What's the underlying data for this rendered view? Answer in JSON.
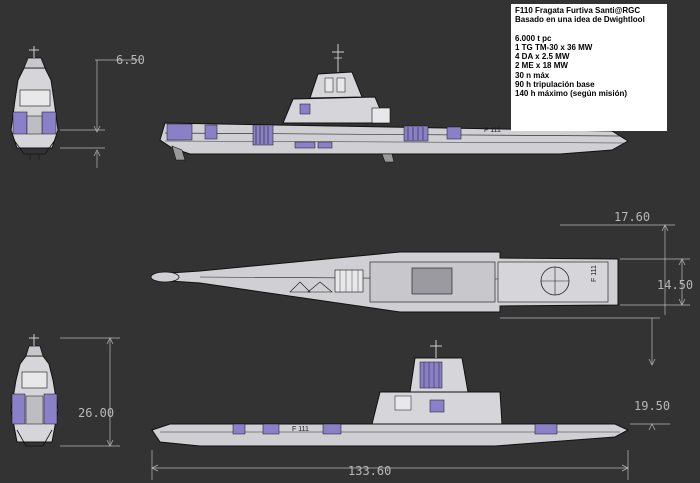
{
  "info_box": {
    "title_line1": "F110 Fragata Furtiva  Santi@RGC",
    "title_line2": "Basado en una idea de Dwightlool",
    "specs": [
      "6.000 t pc",
      "1 TG TM-30 x 36 MW",
      "4 DA x 2.5 MW",
      "2 ME x 18 MW",
      "30 n máx",
      "90 h tripulación base",
      "140 h máximo (según misión)"
    ]
  },
  "dimensions": {
    "height_top_view": "6.50",
    "beam_top": "17.60",
    "beam_mid": "14.50",
    "height_bow_view": "26.00",
    "draft_side": "19.50",
    "length_overall": "133.60"
  },
  "hull_markings": {
    "top_side_view": "F 111",
    "plan_view": "F 111",
    "bottom_side_view": "F 111"
  },
  "colors": {
    "background": "#333333",
    "hull_fill": "#d4d4d8",
    "accent_panels": "#8a80c8",
    "line": "#111111",
    "dimension_line": "#b8b8b8"
  }
}
